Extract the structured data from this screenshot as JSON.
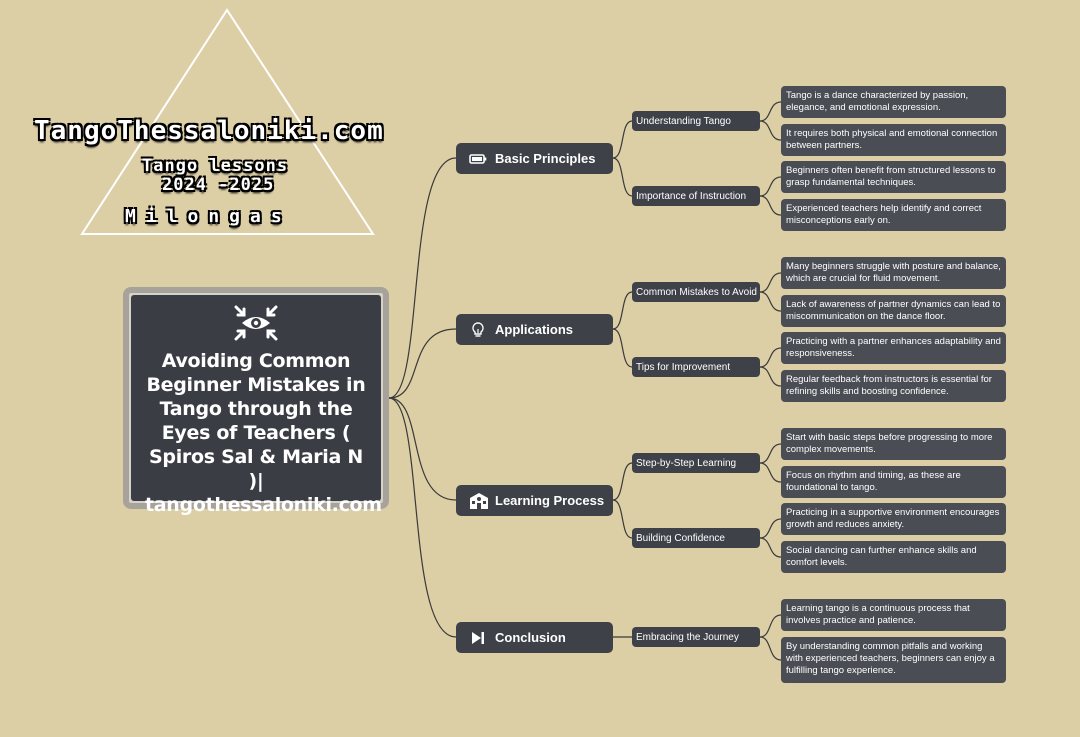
{
  "logo": {
    "site": "TangoThessaloniki.com",
    "lessons": "Tango lessons",
    "years": "2024 -2025",
    "milongas": "Milongas"
  },
  "central": {
    "title": "Avoiding Common Beginner Mistakes in Tango through the Eyes of Teachers   ( Spiros Sal & Maria N )| tangothessaloniki.com",
    "icon": "eye-focus-icon"
  },
  "branches": [
    {
      "label": "Basic Principles",
      "icon": "battery-icon",
      "subs": [
        {
          "label": "Understanding Tango",
          "leaves": [
            "Tango is a dance characterized by passion, elegance, and emotional expression.",
            "It requires both physical and emotional connection between partners."
          ]
        },
        {
          "label": "Importance of Instruction",
          "leaves": [
            "Beginners often benefit from structured lessons to grasp fundamental techniques.",
            "Experienced teachers help identify and correct misconceptions early on."
          ]
        }
      ]
    },
    {
      "label": "Applications",
      "icon": "lightbulb-icon",
      "subs": [
        {
          "label": "Common Mistakes to Avoid",
          "leaves": [
            "Many beginners struggle with posture and balance, which are crucial for fluid movement.",
            "Lack of awareness of partner dynamics can lead to miscommunication on the dance floor."
          ]
        },
        {
          "label": "Tips for Improvement",
          "leaves": [
            "Practicing with a partner enhances adaptability and responsiveness.",
            "Regular feedback from instructors is essential for refining skills and boosting confidence."
          ]
        }
      ]
    },
    {
      "label": "Learning Process",
      "icon": "school-icon",
      "subs": [
        {
          "label": "Step-by-Step Learning",
          "leaves": [
            "Start with basic steps before progressing to more complex movements.",
            "Focus on rhythm and timing, as these are foundational to tango."
          ]
        },
        {
          "label": "Building Confidence",
          "leaves": [
            "Practicing in a supportive environment encourages growth and reduces anxiety.",
            "Social dancing can further enhance skills and comfort levels."
          ]
        }
      ]
    },
    {
      "label": "Conclusion",
      "icon": "skip-next-icon",
      "subs": [
        {
          "label": "Embracing the Journey",
          "leaves": [
            "Learning tango is a continuous process that involves practice and patience.",
            "By understanding common pitfalls and working with experienced teachers, beginners can enjoy a fulfilling tango experience."
          ]
        }
      ]
    }
  ]
}
